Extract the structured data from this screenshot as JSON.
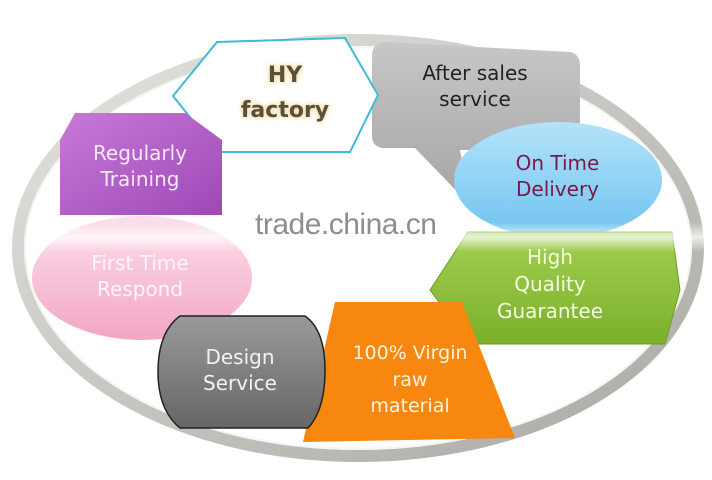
{
  "diagram": {
    "center_label": "HY factory",
    "nodes": [
      {
        "id": "hy",
        "lines": [
          "HY",
          "factory"
        ],
        "color": "#ffffff",
        "border": "#3fb8d8",
        "text_color": "#5a5040",
        "shape": "hexagon"
      },
      {
        "id": "after",
        "lines": [
          "After sales",
          "service"
        ],
        "color": "#b3b3b3",
        "text_color": "#222222",
        "shape": "speech-bubble"
      },
      {
        "id": "ontime",
        "lines": [
          "On Time",
          "Delivery"
        ],
        "color": "#8fd1f3",
        "text_color": "#7a1a4a",
        "shape": "ellipse"
      },
      {
        "id": "high",
        "lines": [
          "High",
          "Quality",
          "Guarantee"
        ],
        "color": "#8cbf3a",
        "text_color": "#f4ffe0",
        "shape": "hexagon"
      },
      {
        "id": "virgin",
        "lines": [
          "100% Virgin",
          "raw",
          "material"
        ],
        "color": "#f7870e",
        "text_color": "#fff3df",
        "shape": "trapezoid"
      },
      {
        "id": "design",
        "lines": [
          "Design",
          "Service"
        ],
        "color": "#7e7e7e",
        "text_color": "#f2f2f2",
        "shape": "rounded-barrel"
      },
      {
        "id": "first",
        "lines": [
          "First Time",
          "Respond"
        ],
        "color": "#f7b7cf",
        "text_color": "#fff5f8",
        "shape": "ellipse"
      },
      {
        "id": "train",
        "lines": [
          "Regularly",
          "Training"
        ],
        "color": "#b35fc9",
        "text_color": "#fbe8fb",
        "shape": "snipped-rectangle"
      }
    ],
    "ring_color": "#c9c9c4"
  },
  "watermark": "trade.china.cn"
}
